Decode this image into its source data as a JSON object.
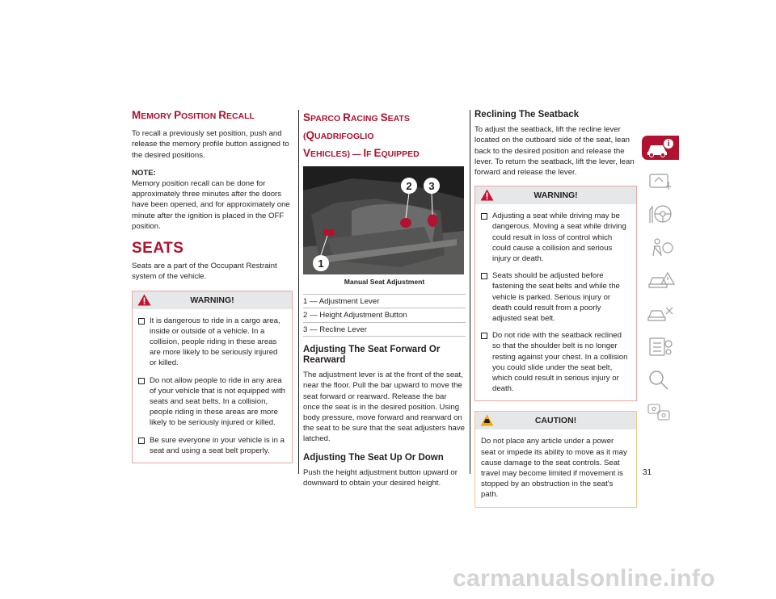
{
  "page_number": "31",
  "watermark": "carmanualsonline.info",
  "col1": {
    "memory_title_first": "M",
    "memory_title_rest": "emory ",
    "memory_title_first2": "P",
    "memory_title_rest2": "osition ",
    "memory_title_first3": "R",
    "memory_title_rest3": "ecall",
    "memory_text": "To recall a previously set position, push and release the memory profile button assigned to the desired positions.",
    "note_label": "NOTE:",
    "note_text": "Memory position recall can be done for approximately three minutes after the doors have been opened, and for approximately one minute after the ignition is placed in the OFF position.",
    "seats_title": "SEATS",
    "seats_text": "Seats are a part of the Occupant Restraint system of the vehicle.",
    "warning_label": "WARNING!",
    "warning_items": [
      "It is dangerous to ride in a cargo area, inside or outside of a vehicle. In a collision, people riding in these areas are more likely to be seriously injured or killed.",
      "Do not allow people to ride in any area of your vehicle that is not equipped with seats and seat belts. In a collision, people riding in these areas are more likely to be seriously injured or killed.",
      "Be sure everyone in your vehicle is in a seat and using a seat belt properly."
    ]
  },
  "col2": {
    "t1a": "S",
    "t1b": "parco ",
    "t1c": "R",
    "t1d": "acing ",
    "t1e": "S",
    "t1f": "eats (",
    "t1g": "Q",
    "t1h": "uadrifoglio",
    "t2a": "V",
    "t2b": "ehicles) — ",
    "t2c": "I",
    "t2d": "f ",
    "t2e": "E",
    "t2f": "quipped",
    "callouts": [
      "1",
      "2",
      "3"
    ],
    "caption": "Manual Seat Adjustment",
    "legend": [
      "1 — Adjustment Lever",
      "2 — Height Adjustment Button",
      "3 — Recline Lever"
    ],
    "h_forward": "Adjusting The Seat Forward Or Rearward",
    "forward_text": "The adjustment lever is at the front of the seat, near the floor. Pull the bar upward to move the seat forward or rearward. Release the bar once the seat is in the desired position. Using body pressure, move forward and rearward on the seat to be sure that the seat adjusters have latched.",
    "h_updown": "Adjusting The Seat Up Or Down",
    "updown_text": "Push the height adjustment button upward or downward to obtain your desired height."
  },
  "col3": {
    "h_recline": "Reclining The Seatback",
    "recline_text": "To adjust the seatback, lift the recline lever located on the outboard side of the seat, lean back to the desired position and release the lever. To return the seatback, lift the lever, lean forward and release the lever.",
    "warning_label": "WARNING!",
    "warning_items": [
      "Adjusting a seat while driving may be dangerous. Moving a seat while driving could result in loss of control which could cause a collision and serious injury or death.",
      "Seats should be adjusted before fastening the seat belts and while the vehicle is parked. Serious injury or death could result from a poorly adjusted seat belt.",
      "Do not ride with the seatback reclined so that the shoulder belt is no longer resting against your chest. In a collision you could slide under the seat belt, which could result in serious injury or death."
    ],
    "caution_label": "CAUTION!",
    "caution_text": "Do not place any article under a power seat or impede its ability to move as it may cause damage to the seat controls. Seat travel may become limited if movement is stopped by an obstruction in the seat's path."
  },
  "side_nav": [
    "car-info-icon",
    "dashboard-warning-icon",
    "steering-wheel-icon",
    "seatbelt-airbag-icon",
    "car-emergency-icon",
    "car-service-icon",
    "checklist-icon",
    "search-icon",
    "multilingual-icon"
  ],
  "colors": {
    "brand_red": "#b0122f",
    "warning_border": "#e7a8a3",
    "caution_border": "#f3c78a",
    "box_header": "#e6e7e8"
  }
}
